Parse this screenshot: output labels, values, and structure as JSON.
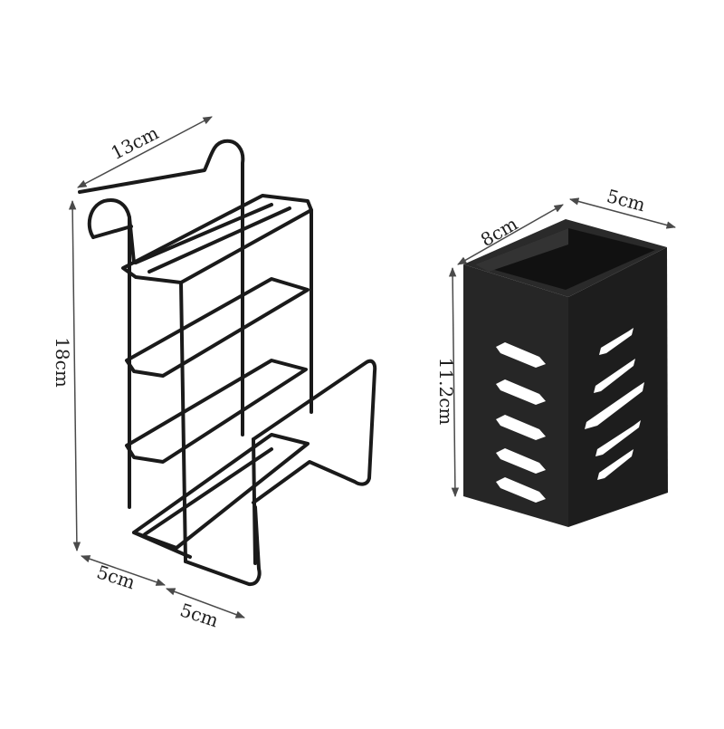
{
  "colors": {
    "background": "#ffffff",
    "wire": "#1a1a1a",
    "holder_front": "#262626",
    "holder_side": "#1d1d1d",
    "holder_inside": "#333333",
    "dimension_line": "#4a4a4a"
  },
  "rack": {
    "width_label": "13cm",
    "height_label": "18cm",
    "depth_label_left": "5cm",
    "depth_label_right": "5cm"
  },
  "holder": {
    "width_label": "8cm",
    "depth_label": "5cm",
    "height_label": "11.2cm",
    "slots_per_side": 5
  }
}
